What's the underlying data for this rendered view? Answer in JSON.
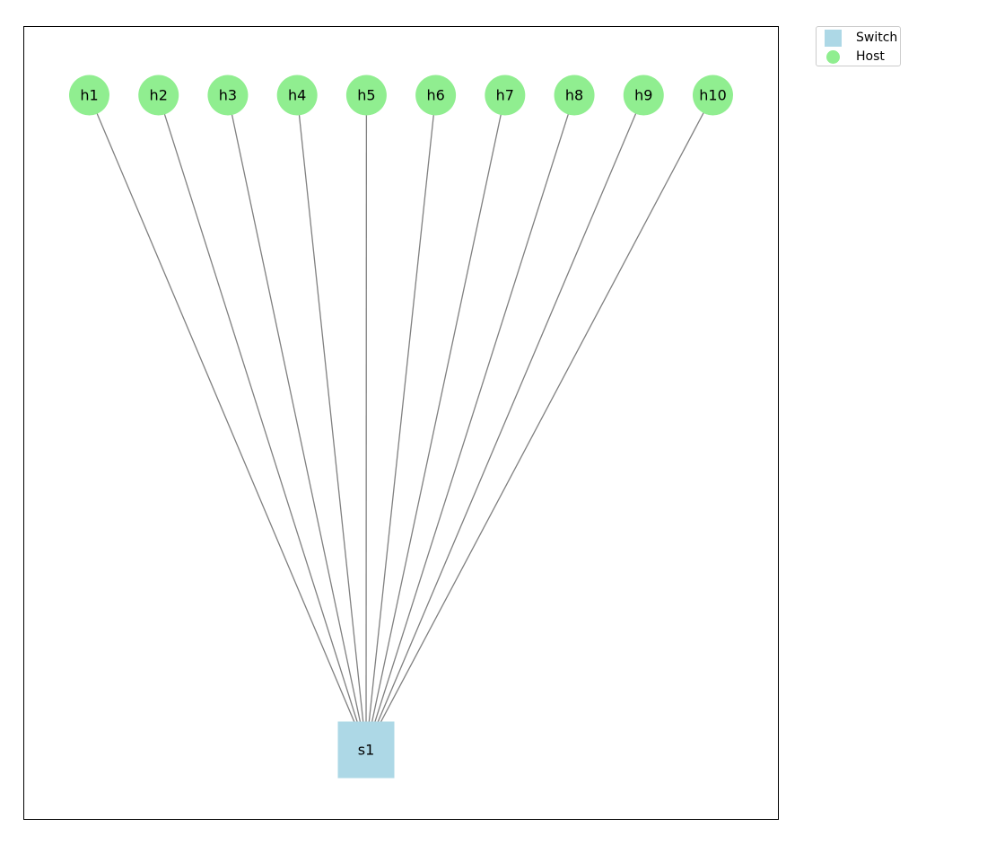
{
  "colors": {
    "switch": "#add8e6",
    "host": "#90ee90",
    "edge": "#808080",
    "frame": "#000000"
  },
  "legend": {
    "items": [
      {
        "label": "Switch",
        "shape": "square"
      },
      {
        "label": "Host",
        "shape": "circle"
      }
    ]
  },
  "nodes": {
    "switch": {
      "id": "s1",
      "label": "s1",
      "type": "switch"
    },
    "hosts": [
      {
        "id": "h1",
        "label": "h1",
        "type": "host"
      },
      {
        "id": "h2",
        "label": "h2",
        "type": "host"
      },
      {
        "id": "h3",
        "label": "h3",
        "type": "host"
      },
      {
        "id": "h4",
        "label": "h4",
        "type": "host"
      },
      {
        "id": "h5",
        "label": "h5",
        "type": "host"
      },
      {
        "id": "h6",
        "label": "h6",
        "type": "host"
      },
      {
        "id": "h7",
        "label": "h7",
        "type": "host"
      },
      {
        "id": "h8",
        "label": "h8",
        "type": "host"
      },
      {
        "id": "h9",
        "label": "h9",
        "type": "host"
      },
      {
        "id": "h10",
        "label": "h10",
        "type": "host"
      }
    ]
  },
  "edges": [
    {
      "from": "h1",
      "to": "s1"
    },
    {
      "from": "h2",
      "to": "s1"
    },
    {
      "from": "h3",
      "to": "s1"
    },
    {
      "from": "h4",
      "to": "s1"
    },
    {
      "from": "h5",
      "to": "s1"
    },
    {
      "from": "h6",
      "to": "s1"
    },
    {
      "from": "h7",
      "to": "s1"
    },
    {
      "from": "h8",
      "to": "s1"
    },
    {
      "from": "h9",
      "to": "s1"
    },
    {
      "from": "h10",
      "to": "s1"
    }
  ]
}
